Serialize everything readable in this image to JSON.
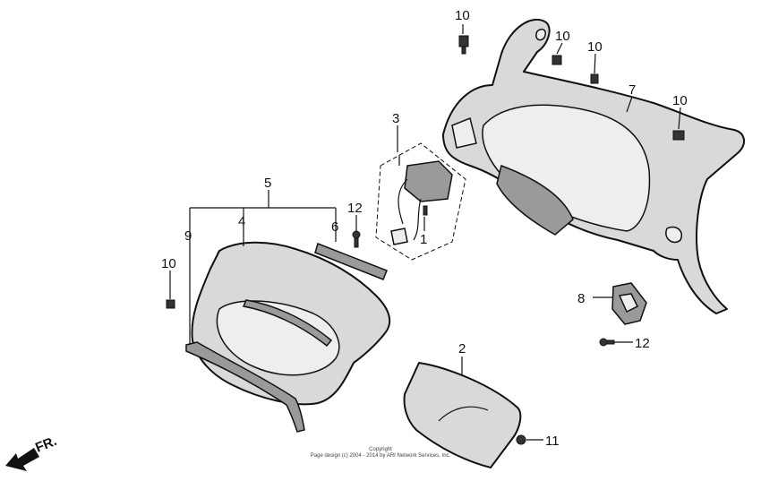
{
  "callouts": {
    "c1": "1",
    "c2": "2",
    "c3": "3",
    "c4": "4",
    "c5": "5",
    "c6": "6",
    "c7": "7",
    "c8": "8",
    "c9": "9",
    "c10a": "10",
    "c10b": "10",
    "c10c": "10",
    "c10d": "10",
    "c10e": "10",
    "c11": "11",
    "c12a": "12",
    "c12b": "12"
  },
  "direction_label": "FR.",
  "copyright": {
    "line1": "Copyright",
    "line2": "Page design (c) 2004 - 2014 by ARI Network Services, Inc."
  },
  "icons": [
    "front-direction-arrow-icon"
  ]
}
